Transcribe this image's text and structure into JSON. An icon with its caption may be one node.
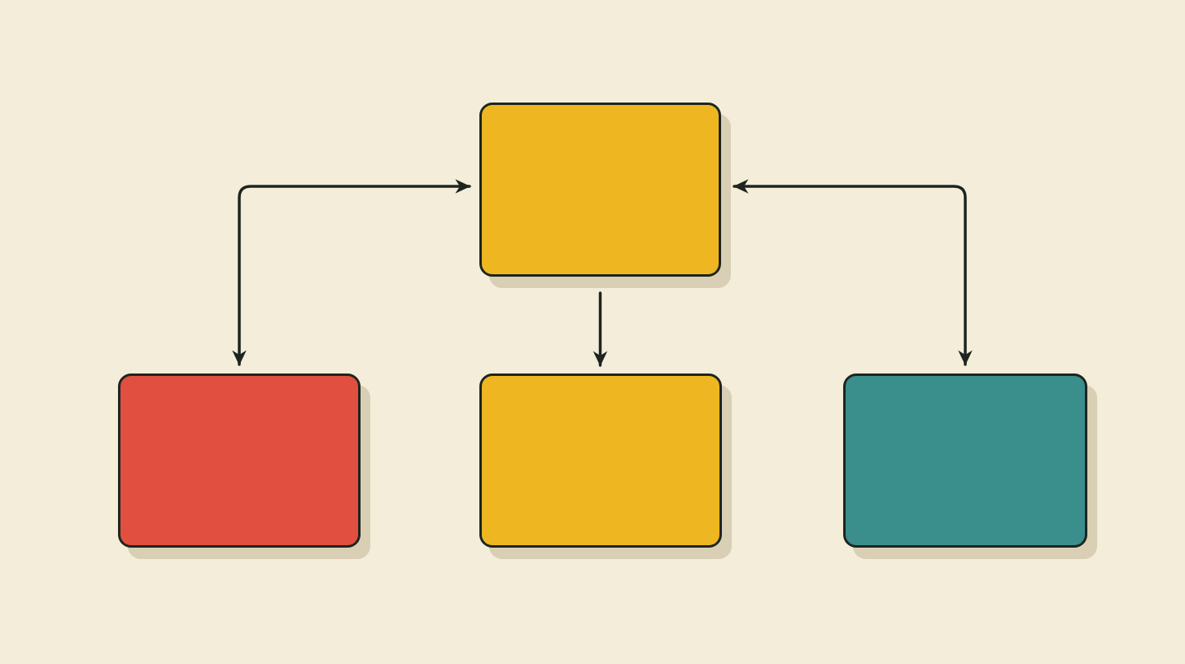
{
  "diagram": {
    "nodes": [
      {
        "text": [],
        "shape": "box"
      },
      {
        "text": [],
        "shape": "box"
      },
      {
        "text": [],
        "shape": "box"
      },
      {
        "text": [],
        "shape": "box"
      }
    ],
    "edges": [
      {
        "from": 1,
        "to": 0,
        "arrow": "both"
      },
      {
        "from": 0,
        "to": 2,
        "arrow": "to"
      },
      {
        "from": 3,
        "to": 0,
        "arrow": "both"
      }
    ]
  }
}
